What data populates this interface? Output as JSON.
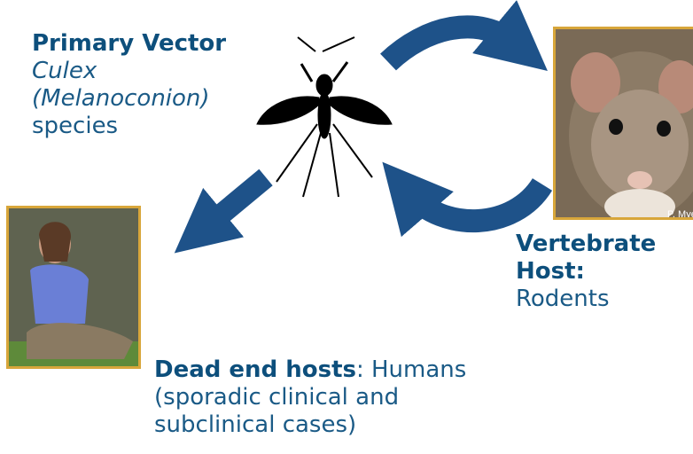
{
  "primary_vector": {
    "heading": "Primary Vector",
    "genus": "Culex",
    "subgenus": "(Melanoconion)",
    "suffix": "species"
  },
  "vertebrate_host": {
    "heading_line1": "Vertebrate",
    "heading_line2": "Host:",
    "value": "Rodents"
  },
  "dead_end": {
    "heading": "Dead end hosts",
    "line1": ": Humans",
    "line2": "(sporadic clinical and",
    "line3": "subclinical cases)"
  },
  "photo_credit": "P. Myers",
  "colors": {
    "arrow": "#1e5289",
    "text": "#1a5a86",
    "frame": "#d8a63a"
  },
  "icons": [
    "mosquito-icon",
    "mouse-photo",
    "human-photo"
  ]
}
